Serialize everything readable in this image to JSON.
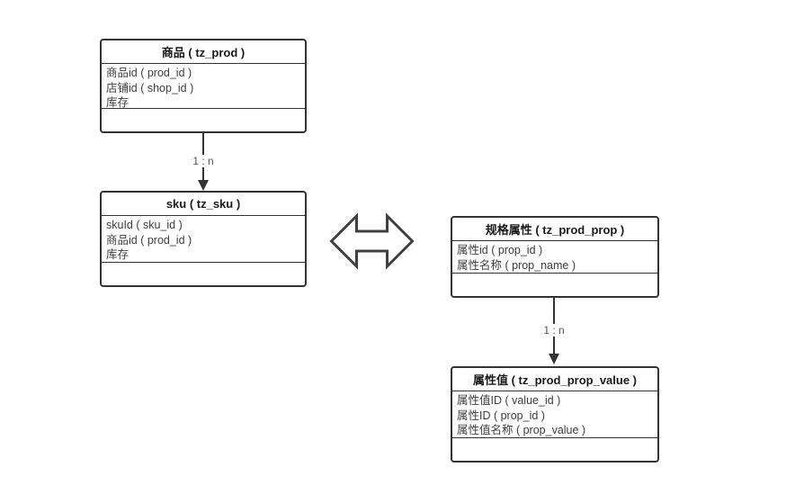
{
  "diagram": {
    "background_color": "#ffffff",
    "border_color": "#333333",
    "header_text_color": "#1a1a1a",
    "row_text_color": "#3d3d3d",
    "label_text_color": "#555555",
    "tables": {
      "prod": {
        "title": "商品 ( tz_prod )",
        "rows": [
          "商品id ( prod_id )",
          "店铺id ( shop_id )",
          "库存"
        ]
      },
      "sku": {
        "title": "sku ( tz_sku )",
        "rows": [
          "skuId ( sku_id )",
          "商品id ( prod_id )",
          "库存"
        ]
      },
      "prod_prop": {
        "title": "规格属性 ( tz_prod_prop )",
        "rows": [
          "属性id ( prop_id )",
          "属性名称 ( prop_name )"
        ]
      },
      "prod_prop_value": {
        "title": "属性值 ( tz_prod_prop_value )",
        "rows": [
          "属性值ID ( value_id )",
          "属性ID ( prop_id )",
          "属性值名称 ( prop_value )"
        ]
      }
    },
    "connectors": {
      "prod_to_sku": {
        "label": "1 : n"
      },
      "prop_to_value": {
        "label": "1 : n"
      }
    },
    "double_arrow_icon": "left-right-double-arrow"
  }
}
